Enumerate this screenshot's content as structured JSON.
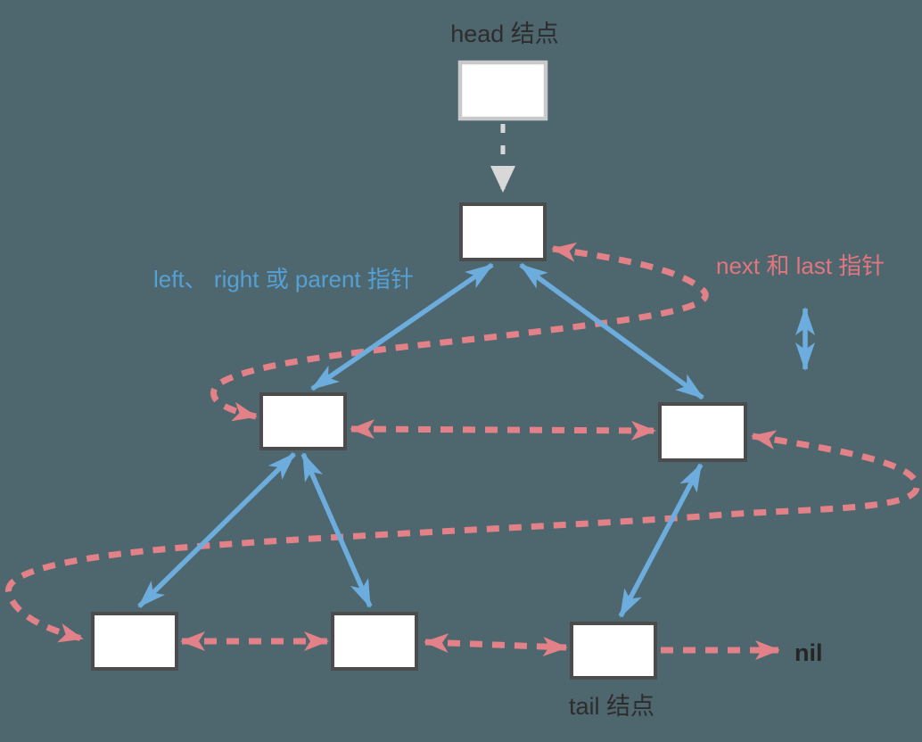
{
  "diagram": {
    "labels": {
      "head": "head  结点",
      "blue_pointer_legend": "left、 right 或 parent 指针",
      "pink_pointer_legend": "next 和 last 指针",
      "tail": "tail 结点",
      "nil": "nil"
    },
    "colors": {
      "background": "#4e666d",
      "blue": "#6cadde",
      "blue_text": "#55a0d5",
      "pink": "#e28187",
      "pink_text": "#e1767f",
      "gray_arrow": "#d8d8d8",
      "node_border": "#4c4c4c",
      "head_border": "#c9c9c9",
      "node_fill": "#ffffff",
      "dark_text": "#2d2d2d"
    },
    "nodes": [
      {
        "id": "head-node",
        "text": ""
      },
      {
        "id": "root-node",
        "text": ""
      },
      {
        "id": "left-child-node",
        "text": ""
      },
      {
        "id": "right-child-node",
        "text": ""
      },
      {
        "id": "leaf-node-1",
        "text": ""
      },
      {
        "id": "leaf-node-2",
        "text": ""
      },
      {
        "id": "tail-node",
        "text": ""
      }
    ],
    "edges": {
      "gray_dashed": [
        "head-node -> root-node"
      ],
      "blue_tree_edges": [
        "root-node <-> left-child-node",
        "root-node <-> right-child-node",
        "left-child-node <-> leaf-node-1",
        "left-child-node <-> leaf-node-2",
        "right-child-node <-> tail-node"
      ],
      "pink_list_edges": [
        "root-node <-> left-child-node",
        "left-child-node <-> right-child-node",
        "right-child-node <-> leaf-node-1",
        "leaf-node-1 <-> leaf-node-2",
        "leaf-node-2 <-> tail-node",
        "tail-node -> nil"
      ]
    }
  }
}
